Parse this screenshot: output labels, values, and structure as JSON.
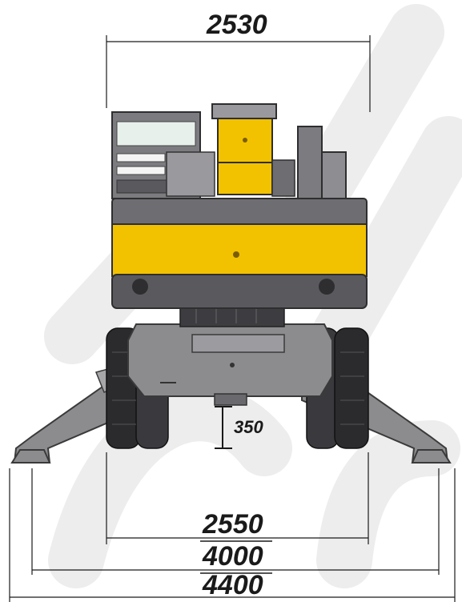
{
  "dimensions": {
    "overall_width": "2530",
    "ground_clearance": "350",
    "track_width": "2550",
    "outrigger_span_inner": "4000",
    "outrigger_span_outer": "4400"
  },
  "colors": {
    "body_yellow": "#f2c200",
    "body_gray": "#8c8c8f",
    "dark_gray": "#4a4a4e",
    "tire_black": "#2b2b2e",
    "dimension_line": "#1a1a1a",
    "watermark": "#ededed"
  }
}
